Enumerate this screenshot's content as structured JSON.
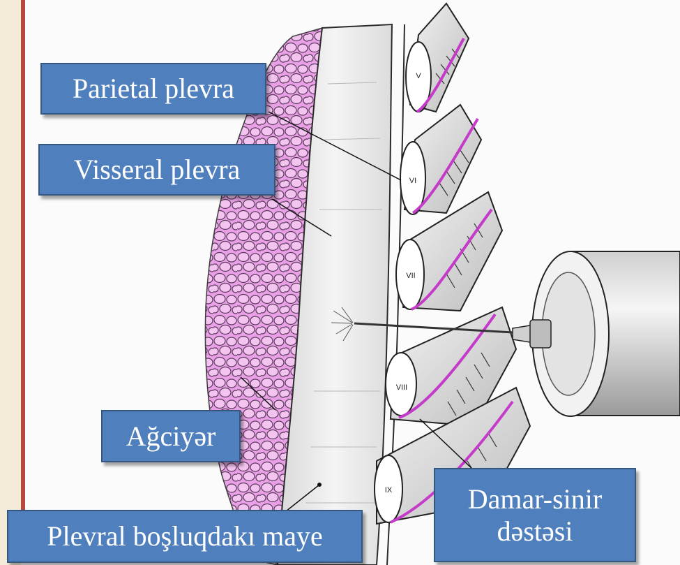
{
  "labels": {
    "parietal": "Parietal plevra",
    "visceral": "Visseral plevra",
    "lung": "Ağciyər",
    "fluid": "Plevral boşluqdakı maye",
    "bundle_line1": "Damar-sinir",
    "bundle_line2": "dəstəsi"
  },
  "ribs": [
    "V",
    "VI",
    "VII",
    "VIII",
    "IX"
  ],
  "colors": {
    "label_fill": "#4f7fbd",
    "label_border": "#34567f",
    "lung_tissue": "#e9a0e6",
    "vessel": "#c43bc9",
    "slide_border": "#b5483f"
  }
}
